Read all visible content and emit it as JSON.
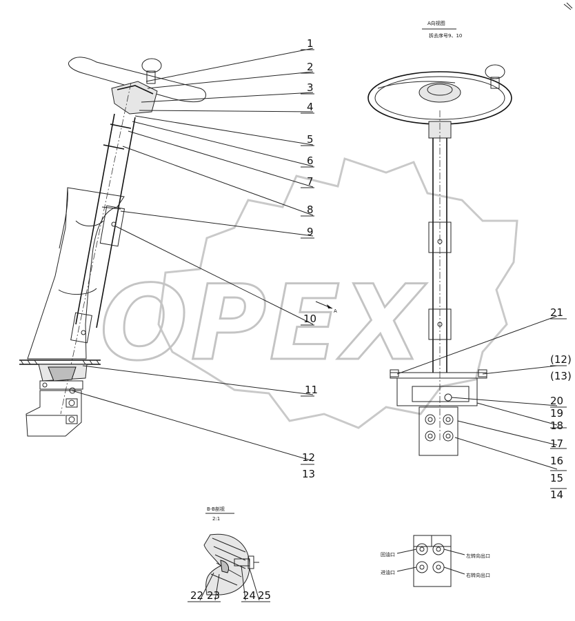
{
  "watermark": {
    "text": "OPEX"
  },
  "callouts_left": [
    {
      "id": "c1",
      "label": "1"
    },
    {
      "id": "c2",
      "label": "2"
    },
    {
      "id": "c3",
      "label": "3"
    },
    {
      "id": "c4",
      "label": "4"
    },
    {
      "id": "c5",
      "label": "5"
    },
    {
      "id": "c6",
      "label": "6"
    },
    {
      "id": "c7",
      "label": "7"
    },
    {
      "id": "c8",
      "label": "8"
    },
    {
      "id": "c9",
      "label": "9"
    },
    {
      "id": "c10",
      "label": "10"
    },
    {
      "id": "c11",
      "label": "11"
    },
    {
      "id": "c12",
      "label": "12"
    },
    {
      "id": "c13",
      "label": "13"
    }
  ],
  "callouts_right": [
    {
      "id": "c21",
      "label": "21"
    },
    {
      "id": "c12b",
      "label": "(12)"
    },
    {
      "id": "c13b",
      "label": "(13)"
    },
    {
      "id": "c20",
      "label": "20"
    },
    {
      "id": "c19",
      "label": "19"
    },
    {
      "id": "c18",
      "label": "18"
    },
    {
      "id": "c17",
      "label": "17"
    },
    {
      "id": "c16",
      "label": "16"
    },
    {
      "id": "c15",
      "label": "15"
    },
    {
      "id": "c14",
      "label": "14"
    }
  ],
  "callouts_section": [
    {
      "id": "c22",
      "label": "22"
    },
    {
      "id": "c23",
      "label": "23"
    },
    {
      "id": "c24",
      "label": "24"
    },
    {
      "id": "c25",
      "label": "25"
    }
  ],
  "view_a": {
    "title": "A向视图",
    "subtitle": "拆去序号9、10"
  },
  "view_marker": {
    "label": "A"
  },
  "section_bb": {
    "title": "B-B剖视",
    "scale": "2:1"
  },
  "port_labels": {
    "left_top": "回油口",
    "left_bottom": "进油口",
    "right_top": "左转向出口",
    "right_bottom": "右转向出口"
  }
}
